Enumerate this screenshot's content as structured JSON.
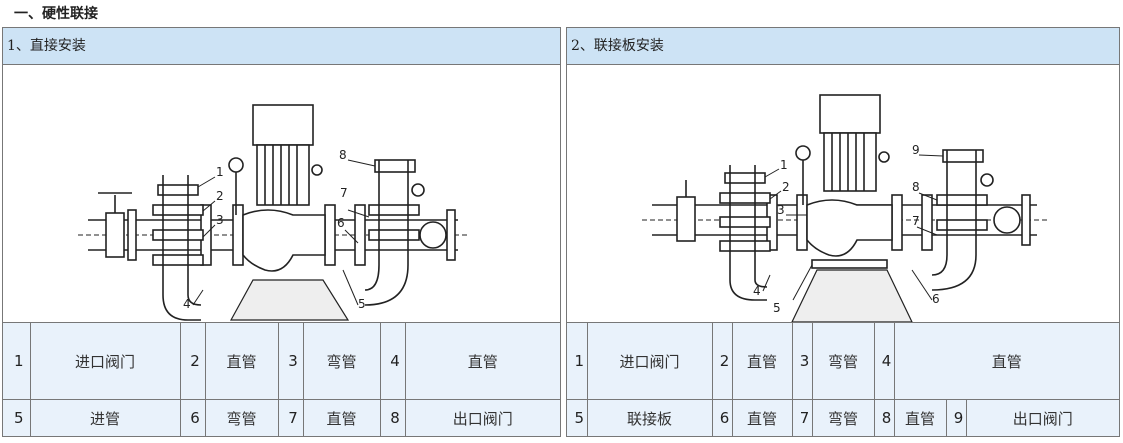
{
  "heading": "一、硬性联接",
  "left": {
    "title": "1、直接安装",
    "callouts": [
      "1",
      "2",
      "3",
      "4",
      "5",
      "6",
      "7",
      "8"
    ],
    "legend_row1": [
      {
        "num": "1",
        "name": "进口阀门"
      },
      {
        "num": "2",
        "name": "直管"
      },
      {
        "num": "3",
        "name": "弯管"
      },
      {
        "num": "4",
        "name": "直管"
      }
    ],
    "legend_row2": [
      {
        "num": "5",
        "name": "进管"
      },
      {
        "num": "6",
        "name": "弯管"
      },
      {
        "num": "7",
        "name": "直管"
      },
      {
        "num": "8",
        "name": "出口阀门"
      }
    ]
  },
  "right": {
    "title": "2、联接板安装",
    "callouts": [
      "1",
      "2",
      "3",
      "4",
      "5",
      "6",
      "7",
      "8",
      "9"
    ],
    "legend_row1": [
      {
        "num": "1",
        "name": "进口阀门"
      },
      {
        "num": "2",
        "name": "直管"
      },
      {
        "num": "3",
        "name": "弯管"
      },
      {
        "num": "4",
        "name": "直管"
      }
    ],
    "legend_row2": [
      {
        "num": "5",
        "name": "联接板"
      },
      {
        "num": "6",
        "name": "直管"
      },
      {
        "num": "7",
        "name": "弯管"
      },
      {
        "num": "8",
        "name": "直管"
      },
      {
        "num": "9",
        "name": "出口阀门"
      }
    ]
  }
}
